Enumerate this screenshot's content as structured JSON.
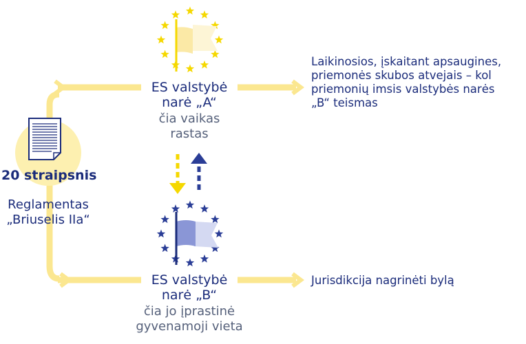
{
  "source": {
    "article": "20 straipsnis",
    "regulation_line1": "Reglamentas",
    "regulation_line2": "„Briuselis IIa“"
  },
  "state_a": {
    "name_line1": "ES valstybė",
    "name_line2": "narė „A“",
    "desc_line1": "čia vaikas",
    "desc_line2": "rastas",
    "outcome_lines": [
      "Laikinosios, įskaitant apsaugines,",
      "priemonės skubos atvejais – kol",
      "priemonių imsis valstybės narės",
      "„B“ teismas"
    ]
  },
  "state_b": {
    "name_line1": "ES valstybė",
    "name_line2": "narė „B“",
    "desc_line1": "čia jo įprastinė",
    "desc_line2": "gyvenamoji vieta",
    "outcome": "Jurisdikcija nagrinėti bylą"
  },
  "colors": {
    "navy": "#1a2b7a",
    "gray_text": "#55607a",
    "yellow_arrow": "#fbe790",
    "yellow_star": "#f5d800",
    "yellow_circle": "#fdf0b0",
    "flag_pale_yellow": "#faf0c0",
    "flag_blue": "#8a96d6",
    "flag_pale_blue": "#d4d9f2",
    "dash_yellow": "#f5d800",
    "dash_blue": "#2a3d96"
  },
  "icons": [
    "document-icon",
    "eu-stars-icon",
    "flag-icon"
  ]
}
